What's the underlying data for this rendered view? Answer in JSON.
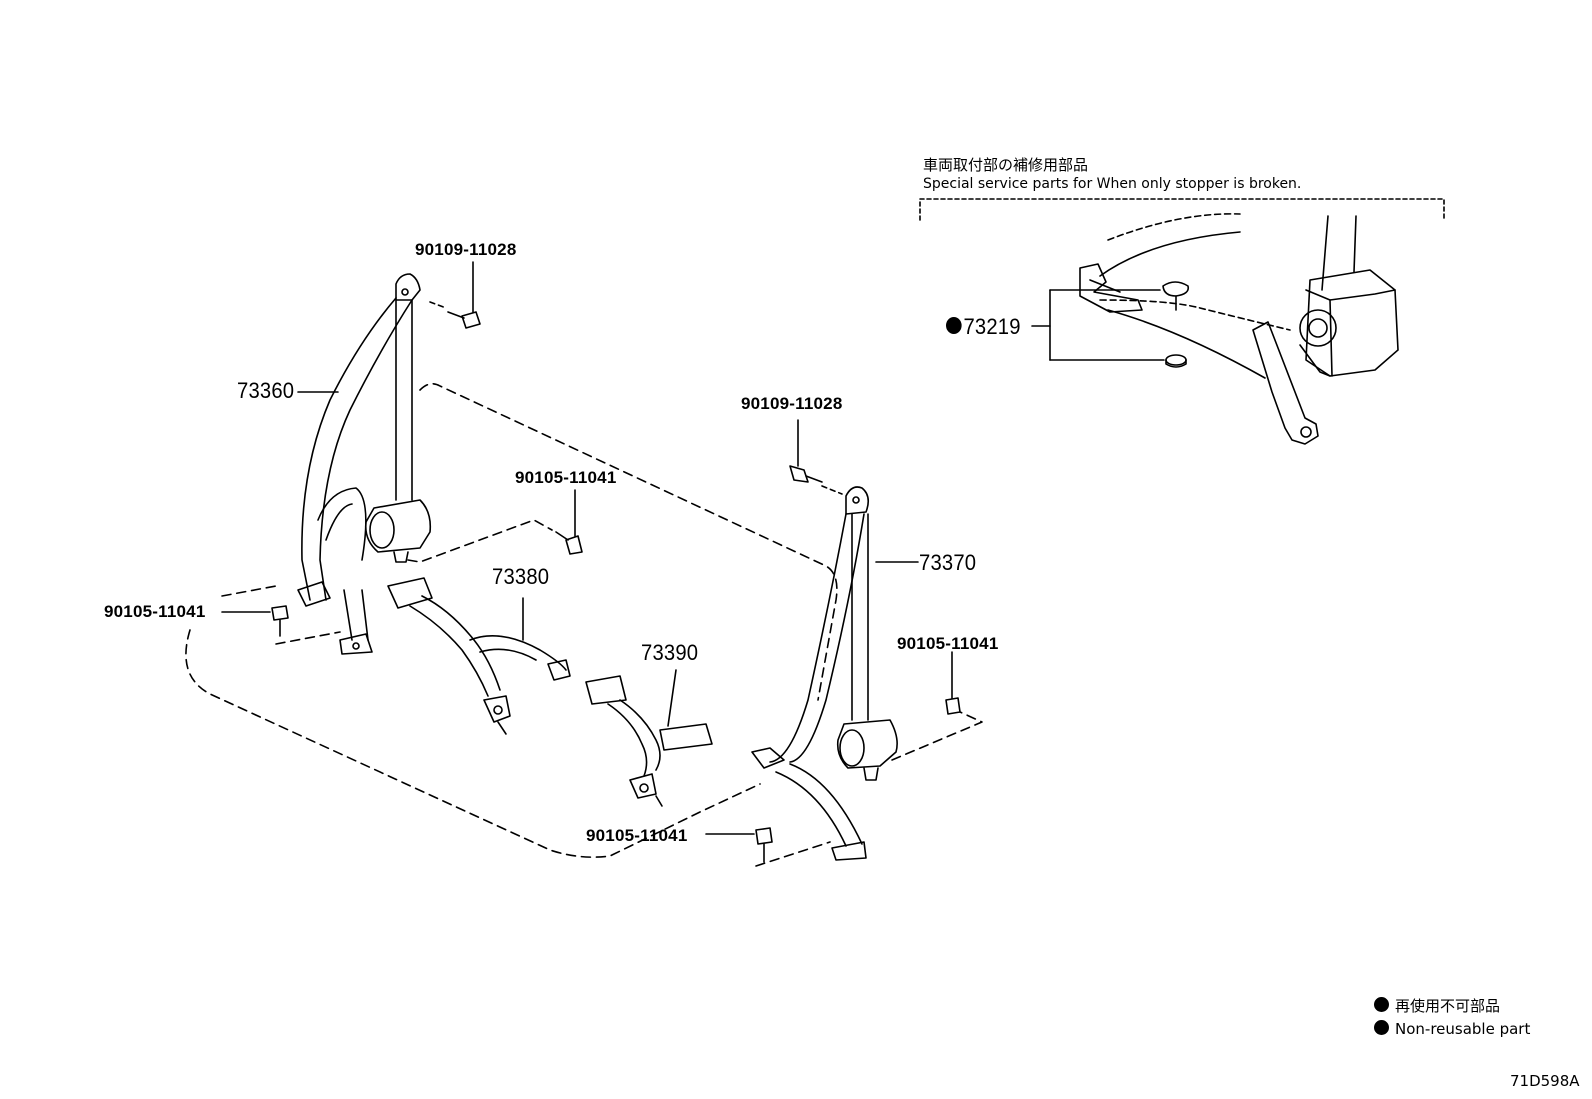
{
  "header": {
    "jp_title": "車両取付部の補修用部品",
    "en_title": "Special service parts for When only stopper is broken."
  },
  "parts": {
    "p73219": "73219",
    "p73360": "73360",
    "p73370": "73370",
    "p73380": "73380",
    "p73390": "73390",
    "bolt_a": "90109-11028",
    "bolt_b": "90109-11028",
    "bolt_c": "90105-11041",
    "bolt_d": "90105-11041",
    "bolt_e": "90105-11041",
    "bolt_f": "90105-11041"
  },
  "legend": {
    "jp": "再使用不可部品",
    "en": "Non-reusable part"
  },
  "figure_code": "71D598A"
}
